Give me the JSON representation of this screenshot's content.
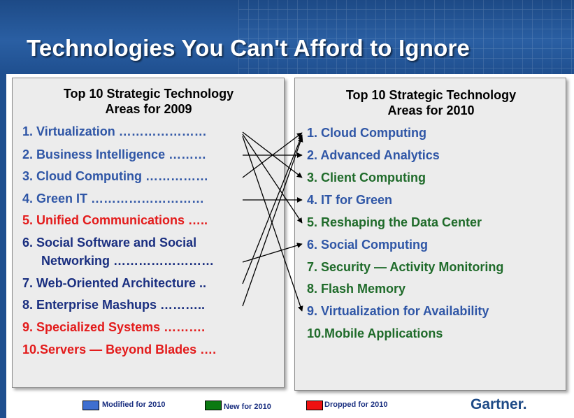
{
  "title": "Technologies You Can't Afford to Ignore",
  "left_panel": {
    "heading_line1": "Top 10 Strategic Technology",
    "heading_line2": "Areas for 2009",
    "items": [
      {
        "text": "1. Virtualization …………………",
        "status": "modified"
      },
      {
        "text": "2. Business Intelligence ………",
        "status": "modified"
      },
      {
        "text": "3. Cloud Computing ……………",
        "status": "modified"
      },
      {
        "text": "4. Green IT ………………………",
        "status": "modified"
      },
      {
        "text": "5. Unified Communications …..",
        "status": "dropped"
      },
      {
        "text": "6. Social Software and Social",
        "status": "dark"
      },
      {
        "text": "Networking ……………………",
        "status": "dark"
      },
      {
        "text": "7. Web-Oriented Architecture ..",
        "status": "dark"
      },
      {
        "text": "8. Enterprise Mashups ………..",
        "status": "dark"
      },
      {
        "text": "9. Specialized Systems ……….",
        "status": "dropped"
      },
      {
        "text": "10.Servers — Beyond Blades ….",
        "status": "dropped"
      }
    ]
  },
  "right_panel": {
    "heading_line1": "Top 10 Strategic Technology",
    "heading_line2": "Areas for 2010",
    "items": [
      {
        "text": "1. Cloud Computing",
        "status": "modified"
      },
      {
        "text": "2. Advanced Analytics",
        "status": "modified"
      },
      {
        "text": "3. Client Computing",
        "status": "new"
      },
      {
        "text": "4. IT for Green",
        "status": "modified"
      },
      {
        "text": "5. Reshaping the Data Center",
        "status": "new"
      },
      {
        "text": "6. Social Computing",
        "status": "modified"
      },
      {
        "text": "7. Security — Activity Monitoring",
        "status": "new"
      },
      {
        "text": "8. Flash Memory",
        "status": "new"
      },
      {
        "text": "9. Virtualization for Availability",
        "status": "modified"
      },
      {
        "text": "10.Mobile Applications",
        "status": "new"
      }
    ]
  },
  "mappings": [
    {
      "from": "1. Virtualization",
      "to": [
        "3. Client Computing",
        "5. Reshaping the Data Center",
        "9. Virtualization for Availability"
      ]
    },
    {
      "from": "2. Business Intelligence",
      "to": [
        "2. Advanced Analytics"
      ]
    },
    {
      "from": "3. Cloud Computing",
      "to": [
        "1. Cloud Computing"
      ]
    },
    {
      "from": "4. Green IT",
      "to": [
        "4. IT for Green"
      ]
    },
    {
      "from": "6. Social Software and Social Networking",
      "to": [
        "6. Social Computing"
      ]
    },
    {
      "from": "7. Web-Oriented Architecture",
      "to": [
        "1. Cloud Computing"
      ]
    },
    {
      "from": "8. Enterprise Mashups",
      "to": [
        "1. Cloud Computing"
      ]
    }
  ],
  "legend": {
    "modified": {
      "label": "Modified for 2010",
      "color": "#3f6fd0"
    },
    "new": {
      "label": "New for 2010",
      "color": "#0b7a12"
    },
    "dropped": {
      "label": "Dropped for 2010",
      "color": "#ee1111"
    }
  },
  "brand": "Gartner."
}
